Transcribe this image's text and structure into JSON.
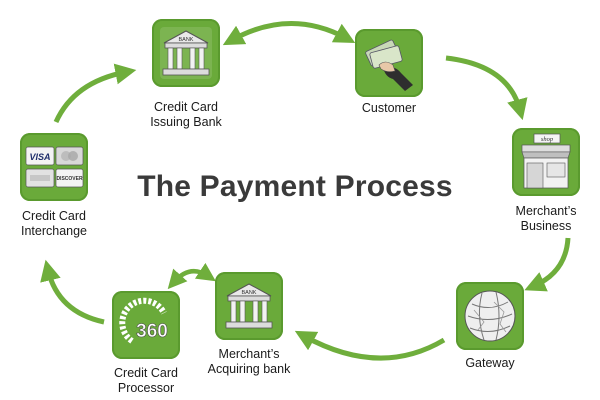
{
  "title": "The Payment Process",
  "colors": {
    "accent_green": "#6aaa3a",
    "arrow_green": "#6fae3c",
    "title_gray": "#3a3a3a",
    "text": "#1a1a1a"
  },
  "steps": [
    {
      "id": "issuing_bank",
      "label": "Credit Card\nIssuing Bank",
      "icon": "bank-building-icon",
      "icon_text": "BANK"
    },
    {
      "id": "customer",
      "label": "Customer",
      "icon": "hand-with-cash-icon"
    },
    {
      "id": "merchant_business",
      "label": "Merchant’s\nBusiness",
      "icon": "shop-storefront-icon",
      "icon_text": "shop"
    },
    {
      "id": "gateway",
      "label": "Gateway",
      "icon": "gateway-globe-icon"
    },
    {
      "id": "acquiring_bank",
      "label": "Merchant’s\nAcquiring bank",
      "icon": "bank-building-icon",
      "icon_text": "BANK"
    },
    {
      "id": "processor",
      "label": "Credit Card\nProcessor",
      "icon": "360-processor-icon",
      "icon_text": "360"
    },
    {
      "id": "interchange",
      "label": "Credit Card\nInterchange",
      "icon": "credit-card-logos-icon",
      "icon_text_visa": "VISA",
      "icon_text_discover": "DISCOVER"
    }
  ]
}
